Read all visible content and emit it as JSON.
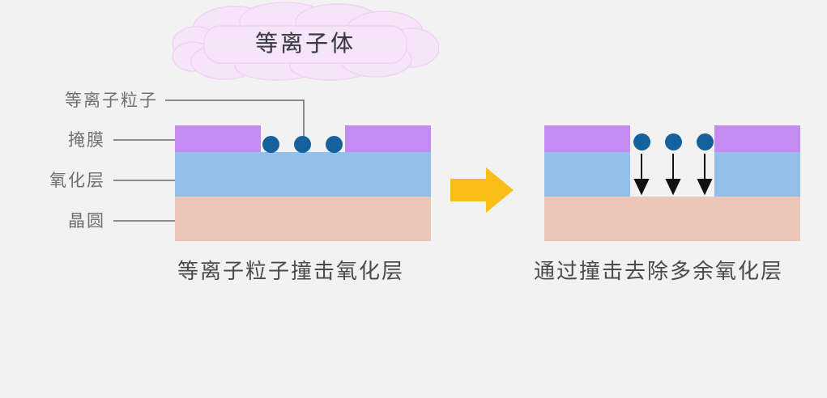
{
  "background_color": "#f2f2f2",
  "cloud": {
    "label": "等离子体",
    "fill_color": "#f6e4f9",
    "stroke_color": "#efd4f3",
    "text_color": "#3a3a42"
  },
  "callouts": [
    {
      "label": "等离子粒子",
      "target": "plasma-particle"
    },
    {
      "label": "掩膜",
      "target": "mask-layer"
    },
    {
      "label": "氧化层",
      "target": "oxide-layer"
    },
    {
      "label": "晶圆",
      "target": "wafer-layer"
    }
  ],
  "callout_style": {
    "text_color": "#6f6f74",
    "line_color": "#8a8a8e",
    "dot_color": "#757579"
  },
  "layers": {
    "mask": {
      "name": "掩膜",
      "color": "#c48cf2"
    },
    "oxide": {
      "name": "氧化层",
      "color": "#93c0e8"
    },
    "wafer": {
      "name": "晶圆",
      "color": "#ecc6b8"
    }
  },
  "particle": {
    "name": "等离子粒子",
    "color": "#15619c",
    "count_left": 3,
    "count_right": 3
  },
  "panels": [
    {
      "id": "before",
      "caption": "等离子粒子撞击氧化层",
      "state": "oxide layer intact; plasma particles resting in mask opening"
    },
    {
      "id": "after",
      "caption": "通过撞击去除多余氧化层",
      "state": "oxide removed in opening down to wafer; particles bombarding downward"
    }
  ],
  "transition_arrow": {
    "name": "process-arrow",
    "direction": "right",
    "color": "#fbbe16"
  },
  "bombard_arrows": {
    "name": "bombardment-arrow",
    "color": "#111111",
    "direction": "down",
    "count": 3
  },
  "caption_color": "#4a4a4e"
}
